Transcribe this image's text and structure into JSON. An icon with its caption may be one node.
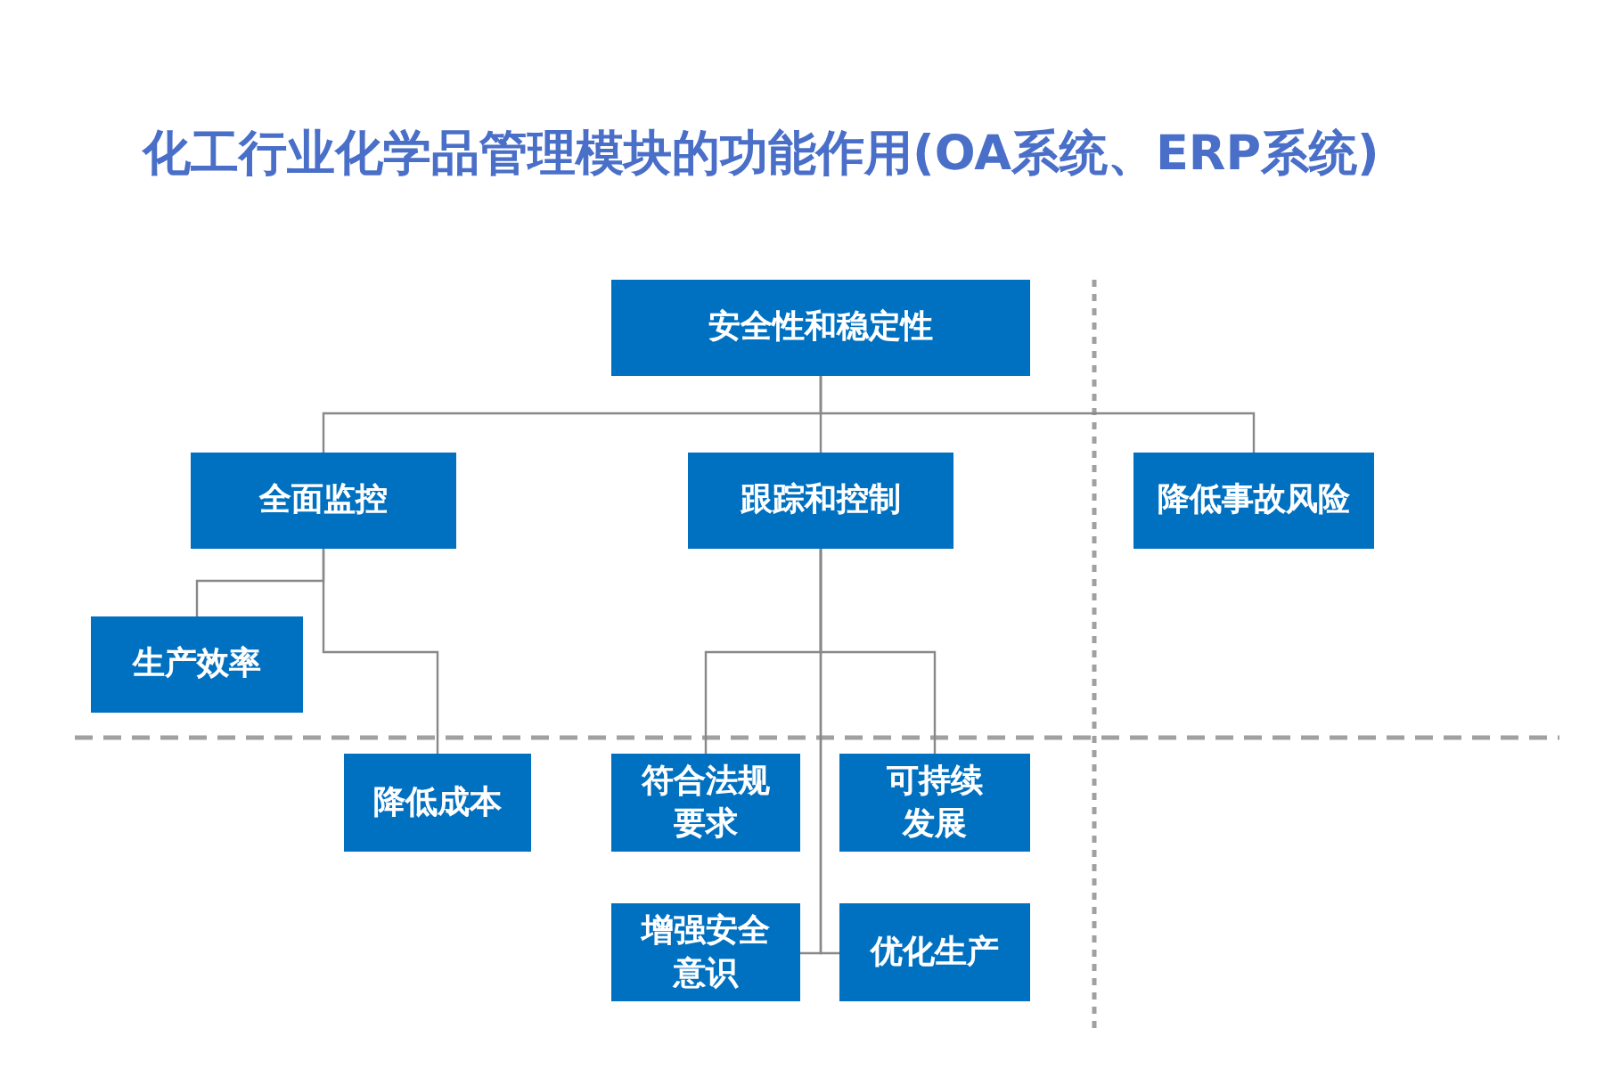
{
  "diagram": {
    "title": "化工行业化学品管理模块的功能作用(OA系统、ERP系统)",
    "nodes": [
      {
        "text": [
          "安全性和稳定性"
        ]
      },
      {
        "text": [
          "全面监控"
        ]
      },
      {
        "text": [
          "跟踪和控制"
        ]
      },
      {
        "text": [
          "降低事故风险"
        ]
      },
      {
        "text": [
          "生产效率"
        ]
      },
      {
        "text": [
          "降低成本"
        ]
      },
      {
        "text": [
          "符合法规要求"
        ]
      },
      {
        "text": [
          "可持续发展"
        ]
      },
      {
        "text": [
          "增强安全意识"
        ]
      },
      {
        "text": [
          "优化生产"
        ]
      }
    ],
    "edges": [
      {
        "from": 0,
        "to": 1,
        "arrow": "none"
      },
      {
        "from": 0,
        "to": 2,
        "arrow": "none"
      },
      {
        "from": 0,
        "to": 3,
        "arrow": "none"
      },
      {
        "from": 1,
        "to": 4,
        "arrow": "none"
      },
      {
        "from": 1,
        "to": 5,
        "arrow": "none"
      },
      {
        "from": 2,
        "to": 6,
        "arrow": "none"
      },
      {
        "from": 2,
        "to": 7,
        "arrow": "none"
      },
      {
        "from": 2,
        "to": 8,
        "arrow": "none"
      },
      {
        "from": 2,
        "to": 9,
        "arrow": "none"
      }
    ]
  }
}
